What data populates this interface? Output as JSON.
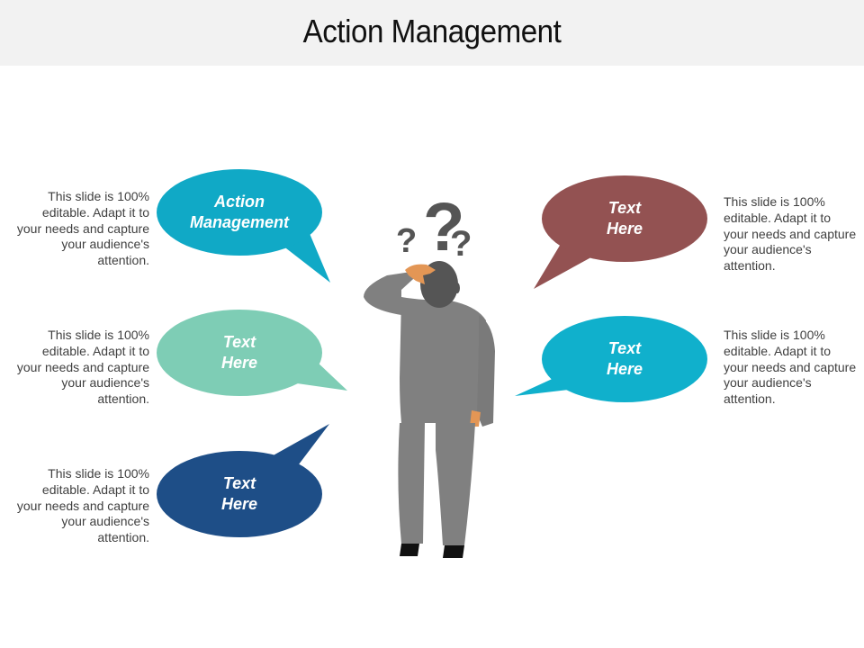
{
  "slide": {
    "title": "Action Management",
    "colors": {
      "header_bg": "#f2f2f2",
      "teal": "#10a9c6",
      "mint": "#7ecdb5",
      "navy": "#1e4e87",
      "maroon": "#935252",
      "cyan": "#10b0cc",
      "figure_suit": "#808080",
      "figure_head": "#555555",
      "skin": "#e39655",
      "question_marks": "#555555"
    },
    "bubbles": [
      {
        "id": "top-left",
        "line1": "Action",
        "line2": "Management",
        "color": "#10a9c6"
      },
      {
        "id": "middle-left",
        "line1": "Text",
        "line2": "Here",
        "color": "#7ecdb5"
      },
      {
        "id": "bottom-left",
        "line1": "Text",
        "line2": "Here",
        "color": "#1e4e87"
      },
      {
        "id": "top-right",
        "line1": "Text",
        "line2": "Here",
        "color": "#935252"
      },
      {
        "id": "middle-right",
        "line1": "Text",
        "line2": "Here",
        "color": "#10b0cc"
      }
    ],
    "descriptions": [
      {
        "id": "top-left",
        "text": "This slide is 100% editable. Adapt it to your needs and capture your audience's attention."
      },
      {
        "id": "middle-left",
        "text": "This slide is 100% editable. Adapt it to your needs and capture your audience's attention."
      },
      {
        "id": "bottom-left",
        "text": "This slide is 100% editable. Adapt it to your needs and capture your audience's attention."
      },
      {
        "id": "top-right",
        "text": "This slide is 100% editable. Adapt it to your needs and capture your audience's attention."
      },
      {
        "id": "middle-right",
        "text": "This slide is 100% editable. Adapt it to your needs and capture your audience's attention."
      }
    ],
    "figure": {
      "icon": "confused-man-scratching-head",
      "question_marks": [
        "?",
        "?",
        "?"
      ]
    }
  }
}
